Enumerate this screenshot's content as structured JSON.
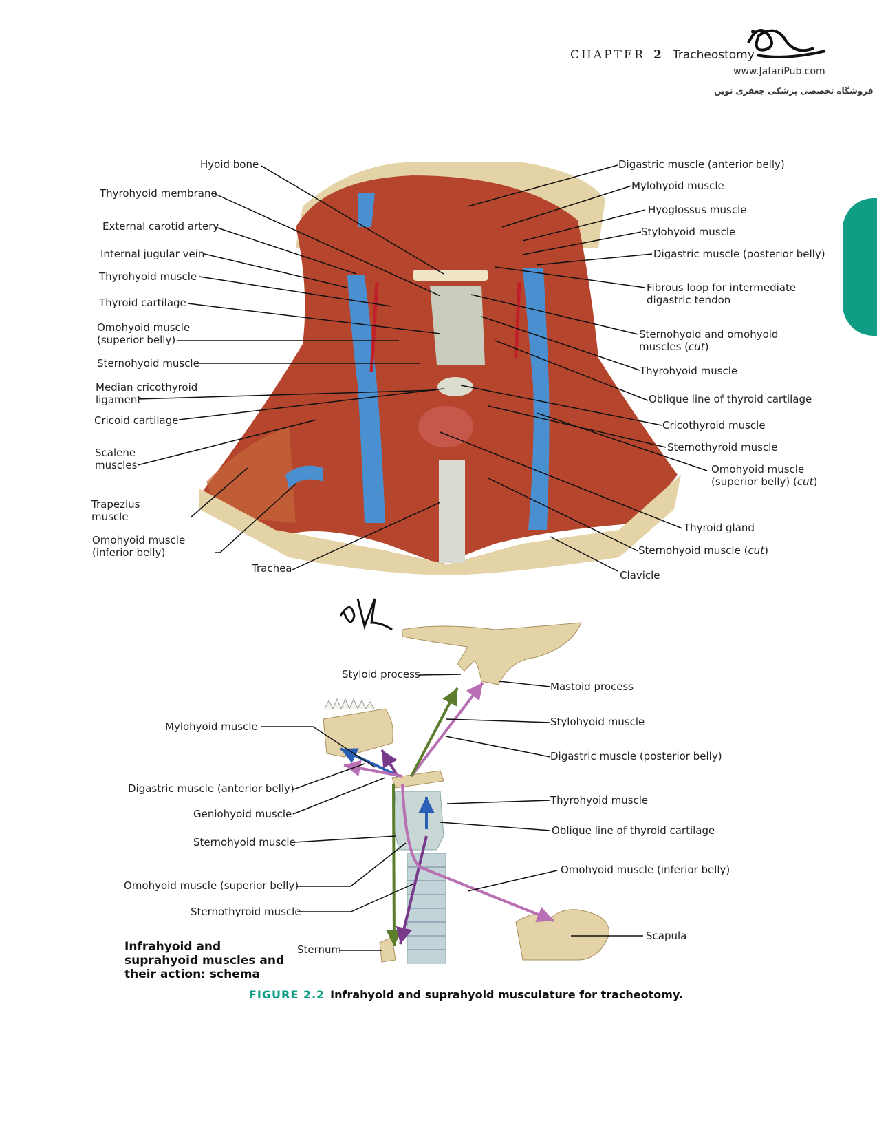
{
  "header": {
    "chapter_word": "CHAPTER",
    "chapter_number": "2",
    "chapter_title": "Tracheostomy"
  },
  "watermark": {
    "url": "www.JafariPub.com",
    "store_name": "فروشگاه تخصصی پزشکی جعفری نوین"
  },
  "upper_figure": {
    "left_labels": [
      "Hyoid bone",
      "Thyrohyoid membrane",
      "External carotid artery",
      "Internal jugular vein",
      "Thyrohyoid muscle",
      "Thyroid cartilage",
      "Omohyoid muscle\n(superior belly)",
      "Sternohyoid muscle",
      "Median cricothyroid\nligament",
      "Cricoid cartilage",
      "Scalene\nmuscles",
      "Trapezius\nmuscle",
      "Omohyoid muscle\n(inferior belly)",
      "Trachea"
    ],
    "right_labels": [
      "Digastric muscle (anterior belly)",
      "Mylohyoid muscle",
      "Hyoglossus muscle",
      "Stylohyoid muscle",
      "Digastric muscle (posterior belly)",
      "Fibrous loop for intermediate\ndigastric tendon",
      {
        "text": "Sternohyoid and omohyoid\nmuscles (",
        "italic": "cut",
        "after": ")"
      },
      "Thyrohyoid muscle",
      "Oblique line of thyroid cartilage",
      "Cricothyroid muscle",
      "Sternothyroid muscle",
      {
        "text": "Omohyoid muscle\n(superior belly) (",
        "italic": "cut",
        "after": ")"
      },
      "Thyroid gland",
      {
        "text": "Sternohyoid muscle (",
        "italic": "cut",
        "after": ")"
      },
      "Clavicle"
    ]
  },
  "lower_figure": {
    "labels": [
      "Styloid process",
      "Mastoid process",
      "Mylohyoid muscle",
      "Stylohyoid muscle",
      "Digastric muscle (posterior belly)",
      "Digastric muscle (anterior belly)",
      "Geniohyoid muscle",
      "Thyrohyoid muscle",
      "Sternohyoid muscle",
      "Oblique line of thyroid cartilage",
      "Omohyoid muscle (inferior belly)",
      "Omohyoid muscle (superior belly)",
      "Sternothyroid muscle",
      "Scapula",
      "Sternum"
    ],
    "schema_title": "Infrahyoid and\nsuprahyoid muscles and\ntheir action: schema"
  },
  "caption": {
    "figure_number": "FIGURE 2.2",
    "text": "Infrahyoid and suprahyoid musculature for tracheotomy."
  },
  "colors": {
    "accent": "#0f9e85",
    "muscle": "#b5452c",
    "vein": "#4a8fd0",
    "bone": "#e4d3a6",
    "arrow_purple": "#b86fb3",
    "arrow_green": "#5c7d2e",
    "arrow_blue": "#2a5fb6"
  }
}
